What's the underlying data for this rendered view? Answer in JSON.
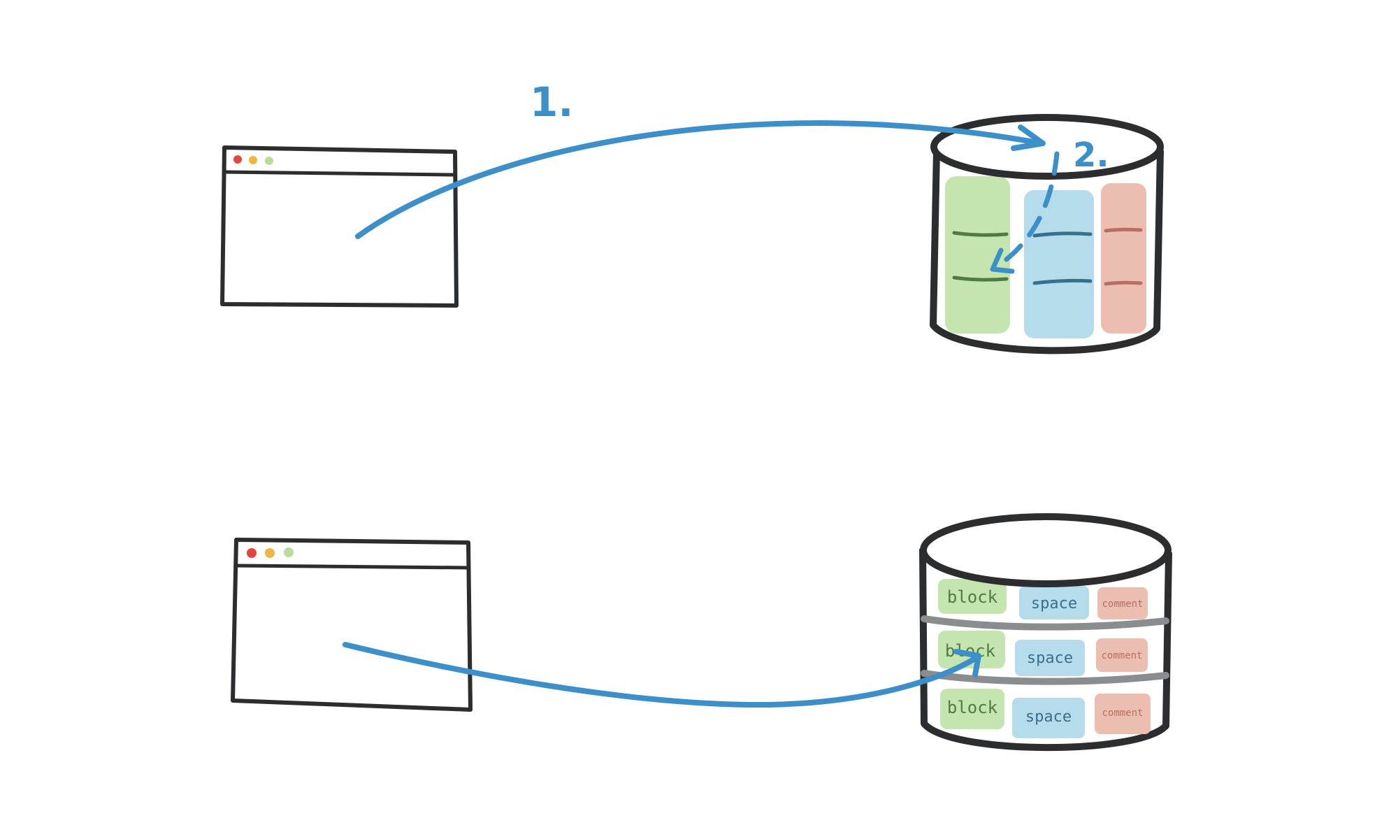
{
  "steps": {
    "one": "1.",
    "two": "2."
  },
  "rows": [
    {
      "block": "block",
      "space": "space",
      "comment": "comment"
    },
    {
      "block": "block",
      "space": "space",
      "comment": "comment"
    },
    {
      "block": "block",
      "space": "space",
      "comment": "comment"
    }
  ],
  "colors": {
    "ink": "#2b2d2f",
    "arrow": "#3d8fc9",
    "green": "#c5e5b0",
    "blue": "#b6dceb",
    "red": "#ecbdb1",
    "green_text": "#4f7a44",
    "blue_text": "#37708c",
    "red_text": "#b86e62",
    "dot_red": "#e0483e",
    "dot_yellow": "#efb644",
    "dot_green": "#b9dc9a",
    "divider": "#8a8d90"
  }
}
